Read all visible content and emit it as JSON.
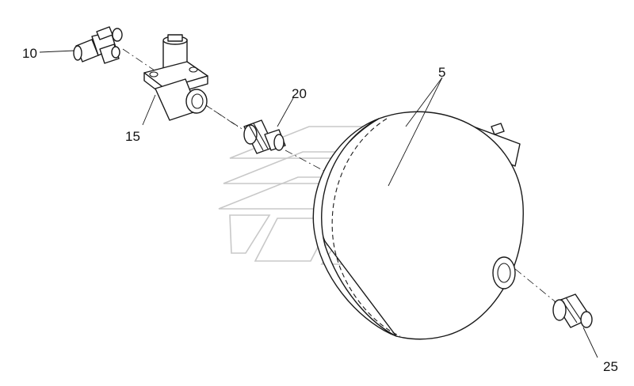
{
  "diagram": {
    "callouts": [
      {
        "id": "part-10",
        "label": "10"
      },
      {
        "id": "part-15",
        "label": "15"
      },
      {
        "id": "part-20",
        "label": "20"
      },
      {
        "id": "part-5",
        "label": "5"
      },
      {
        "id": "part-25",
        "label": "25"
      }
    ]
  }
}
